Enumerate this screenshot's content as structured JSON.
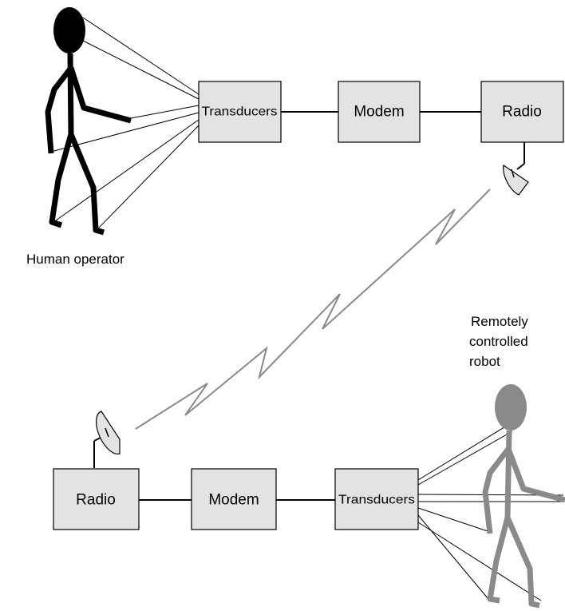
{
  "top_chain": {
    "transducers": "Transducers",
    "modem": "Modem",
    "radio": "Radio"
  },
  "bottom_chain": {
    "radio": "Radio",
    "modem": "Modem",
    "transducers": "Transducers"
  },
  "labels": {
    "human": "Human operator",
    "robot_line1": "Remotely",
    "robot_line2": "controlled",
    "robot_line3": "robot"
  },
  "colors": {
    "box_fill": "#e3e3e3",
    "human": "#000000",
    "robot": "#8a8a8a",
    "radio_link": "#8a8a8a"
  }
}
